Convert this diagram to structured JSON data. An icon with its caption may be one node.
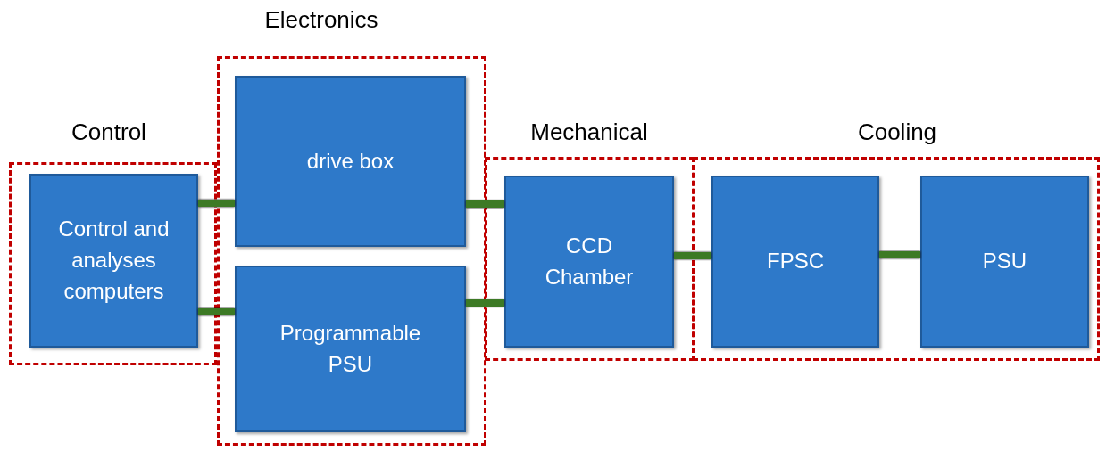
{
  "diagram": {
    "nodes": [
      {
        "text": [
          "Control"
        ]
      },
      {
        "text": [
          "Control and analyses computers"
        ],
        "in": 0
      },
      {
        "text": [
          "Electronics"
        ]
      },
      {
        "text": [
          "drive box"
        ],
        "in": 2
      },
      {
        "text": [
          "Programmable PSU"
        ],
        "in": 2
      },
      {
        "text": [
          "Mechanical"
        ]
      },
      {
        "text": [
          "CCD Chamber"
        ],
        "in": 5
      },
      {
        "text": [
          "Cooling"
        ]
      },
      {
        "text": [
          "FPSC"
        ],
        "in": 7
      },
      {
        "text": [
          "PSU"
        ],
        "in": 7
      }
    ],
    "edges": [
      {
        "from": 1,
        "to": 3,
        "arrow": "none"
      },
      {
        "from": 1,
        "to": 4,
        "arrow": "none"
      },
      {
        "from": 3,
        "to": 6,
        "arrow": "none"
      },
      {
        "from": 4,
        "to": 6,
        "arrow": "none"
      },
      {
        "from": 6,
        "to": 8,
        "arrow": "none"
      },
      {
        "from": 8,
        "to": 9,
        "arrow": "none"
      }
    ]
  }
}
